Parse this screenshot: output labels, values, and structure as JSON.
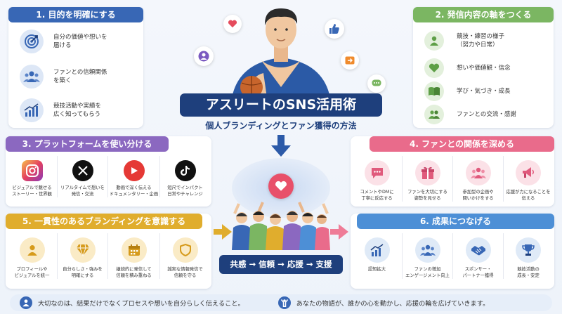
{
  "title": {
    "main": "アスリートのSNS活用術",
    "subtitle": "個人ブランディングとファン獲得の方法"
  },
  "colors": {
    "blue": "#3867b5",
    "green": "#7bb662",
    "purple": "#8b68c0",
    "pink": "#e96b8b",
    "gold": "#e0ad2d",
    "light_blue": "#4d8fd6",
    "navy": "#1e3f7c"
  },
  "sections": {
    "s1": {
      "header": "1. 目的を明確にする",
      "items": [
        {
          "icon": "target-icon",
          "text": "自分の価値や想いを\n届ける"
        },
        {
          "icon": "people-icon",
          "text": "ファンとの信頼関係\nを築く"
        },
        {
          "icon": "growth-chart-icon",
          "text": "競技活動や実績を\n広く知ってもらう"
        }
      ]
    },
    "s2": {
      "header": "2. 発信内容の軸をつくる",
      "items": [
        {
          "icon": "person-icon",
          "text": "競技・練習の様子\n（努力や日常）"
        },
        {
          "icon": "heart-icon",
          "text": "想いや価値観・信念"
        },
        {
          "icon": "book-icon",
          "text": "学び・気づき・成長"
        },
        {
          "icon": "community-icon",
          "text": "ファンとの交流・感謝"
        }
      ]
    },
    "s3": {
      "header": "3. プラットフォームを使い分ける",
      "items": [
        {
          "icon": "instagram-icon",
          "text": "ビジュアルで魅せる\nストーリー・世界観"
        },
        {
          "icon": "x-icon",
          "text": "リアルタイムで想いを\n発信・交流"
        },
        {
          "icon": "youtube-icon",
          "text": "動画で深く伝える\nドキュメンタリー・企画"
        },
        {
          "icon": "tiktok-icon",
          "text": "短尺でインパクト\n日常やチャレンジ"
        }
      ]
    },
    "s4": {
      "header": "4. ファンとの関係を深める",
      "items": [
        {
          "icon": "chat-bubble-icon",
          "text": "コメントやDMに\n丁寧に反応する"
        },
        {
          "icon": "gift-icon",
          "text": "ファンを大切にする\n姿勢を見せる"
        },
        {
          "icon": "group-icon",
          "text": "参加型の企画や\n問いかけをする"
        },
        {
          "icon": "megaphone-icon",
          "text": "応援が力になることを\n伝える"
        }
      ]
    },
    "s5": {
      "header": "5. 一貫性のあるブランディングを意識する",
      "items": [
        {
          "icon": "profile-icon",
          "text": "プロフィールや\nビジュアルを統一"
        },
        {
          "icon": "diamond-icon",
          "text": "自分らしさ・強みを\n明確にする"
        },
        {
          "icon": "calendar-icon",
          "text": "継続的に発信して\n信頼を積み重ねる"
        },
        {
          "icon": "shield-icon",
          "text": "誠実な情報発信で\n信頼を守る"
        }
      ]
    },
    "s6": {
      "header": "6. 成果につなげる",
      "items": [
        {
          "icon": "bar-chart-icon",
          "text": "認知拡大"
        },
        {
          "icon": "fans-icon",
          "text": "ファンの増加\nエンゲージメント向上"
        },
        {
          "icon": "handshake-icon",
          "text": "スポンサー・\nパートナー獲得"
        },
        {
          "icon": "trophy-icon",
          "text": "競技活動の\n成長・安定"
        }
      ]
    }
  },
  "center": {
    "flow": "共感 → 信頼 → 応援 → 支援"
  },
  "bottom": {
    "left": "大切なのは、結果だけでなくプロセスや想いを自分らしく伝えること。",
    "right": "あなたの物語が、誰かの心を動かし、応援の輪を広げていきます。"
  }
}
